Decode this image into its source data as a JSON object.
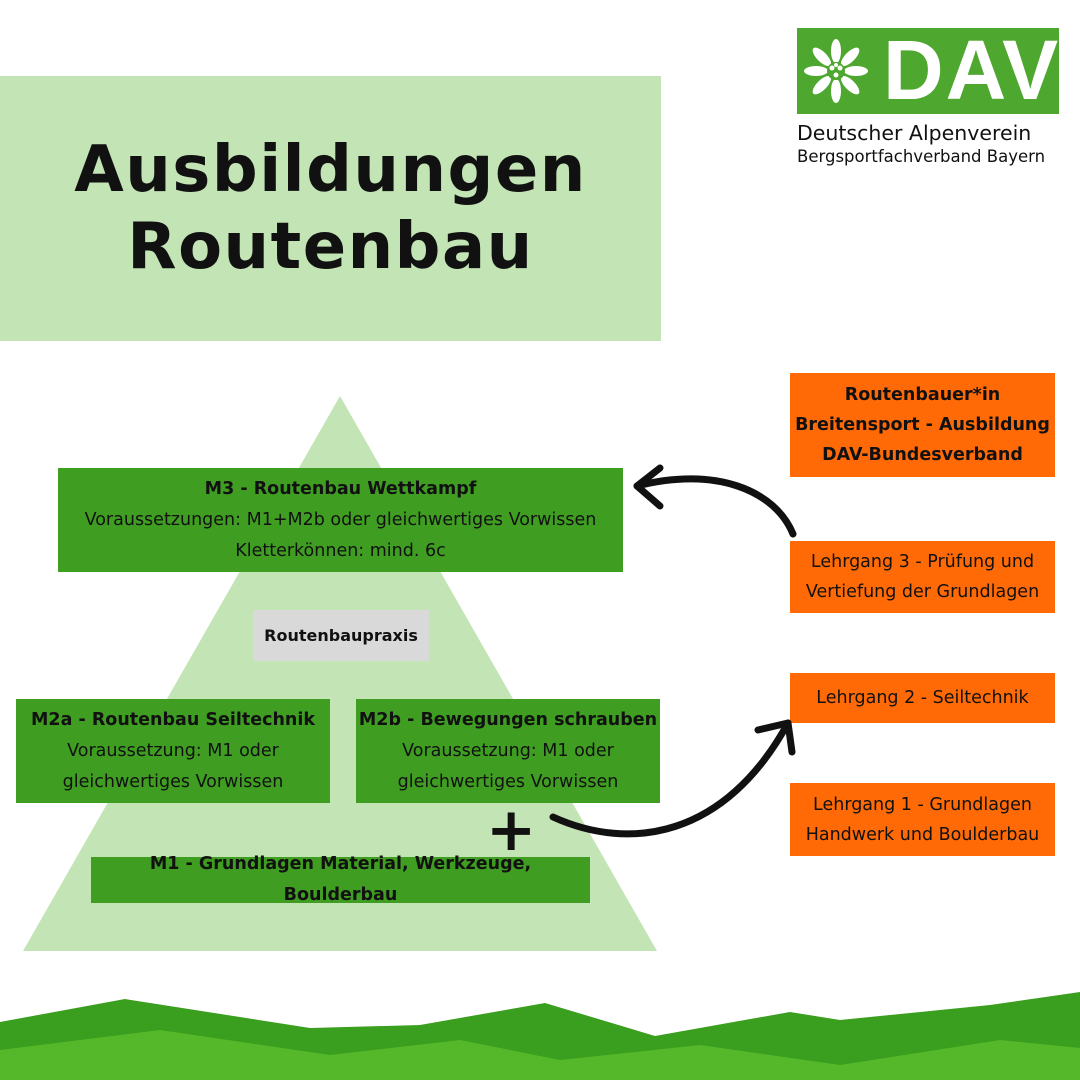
{
  "title": {
    "line1": "Ausbildungen",
    "line2": "Routenbau"
  },
  "logo": {
    "wordmark": "DAV",
    "name": "Deutscher Alpenverein",
    "subtitle": "Bergsportfachverband Bayern",
    "icon": "edelweiss-icon",
    "brand_color": "#4ea72e"
  },
  "pyramid": {
    "m3": {
      "title": "M3 - Routenbau Wettkampf",
      "line1": "Voraussetzungen: M1+M2b oder gleichwertiges Vorwissen",
      "line2": "Kletterkönnen: mind. 6c"
    },
    "praxis": "Routenbaupraxis",
    "m2a": {
      "title": "M2a - Routenbau Seiltechnik",
      "line1": "Voraussetzung: M1 oder",
      "line2": "gleichwertiges Vorwissen"
    },
    "m2b": {
      "title": "M2b - Bewegungen schrauben",
      "line1": "Voraussetzung: M1 oder",
      "line2": "gleichwertiges Vorwissen"
    },
    "plus": "+",
    "m1": {
      "title": "M1 - Grundlagen Material, Werkzeuge, Boulderbau"
    }
  },
  "right_column": {
    "top": {
      "line1": "Routenbauer*in",
      "line2": "Breitensport - Ausbildung",
      "line3": "DAV-Bundesverband"
    },
    "lehrgang3": {
      "line1": "Lehrgang 3 - Prüfung und",
      "line2": "Vertiefung der Grundlagen"
    },
    "lehrgang2": {
      "line1": "Lehrgang 2 - Seiltechnik"
    },
    "lehrgang1": {
      "line1": "Lehrgang 1 - Grundlagen",
      "line2": "Handwerk und Boulderbau"
    }
  },
  "colors": {
    "title_bg": "#c3e4b4",
    "pyramid_fill": "#c3e4b4",
    "module_green": "#3f9e22",
    "course_orange": "#ff6a06",
    "praxis_grey": "#d9d9d9",
    "mountain_dark": "#3a9e1e",
    "mountain_light": "#55b82a"
  }
}
